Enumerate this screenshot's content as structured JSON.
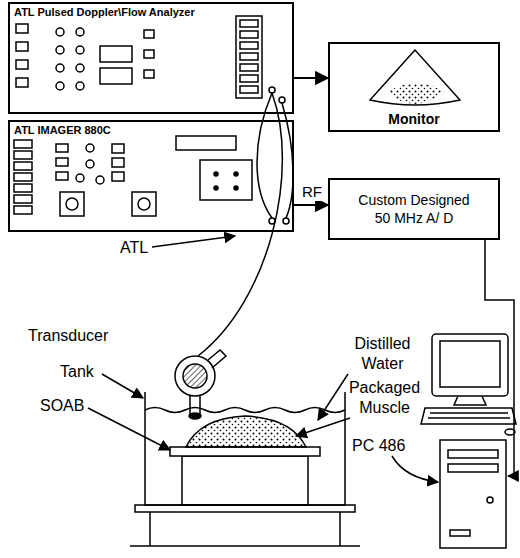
{
  "diagram": {
    "nodes": [
      {
        "text": [
          "ATL Pulsed Doppler\\Flow Analyzer"
        ]
      },
      {
        "text": [
          "ATL IMAGER 880C"
        ]
      },
      {
        "text": [
          "Monitor"
        ]
      },
      {
        "text": [
          "Custom Designed 50 MHz A/ D"
        ]
      }
    ],
    "edges": [
      {
        "from": 0,
        "to": 2,
        "arrow": "to"
      },
      {
        "from": 1,
        "to": 3,
        "label": "RF",
        "arrow": "to"
      }
    ],
    "labels": [
      "ATL",
      "Transducer",
      "Tank",
      "Distilled Water",
      "SOAB",
      "Packaged Muscle",
      "PC 486"
    ]
  }
}
